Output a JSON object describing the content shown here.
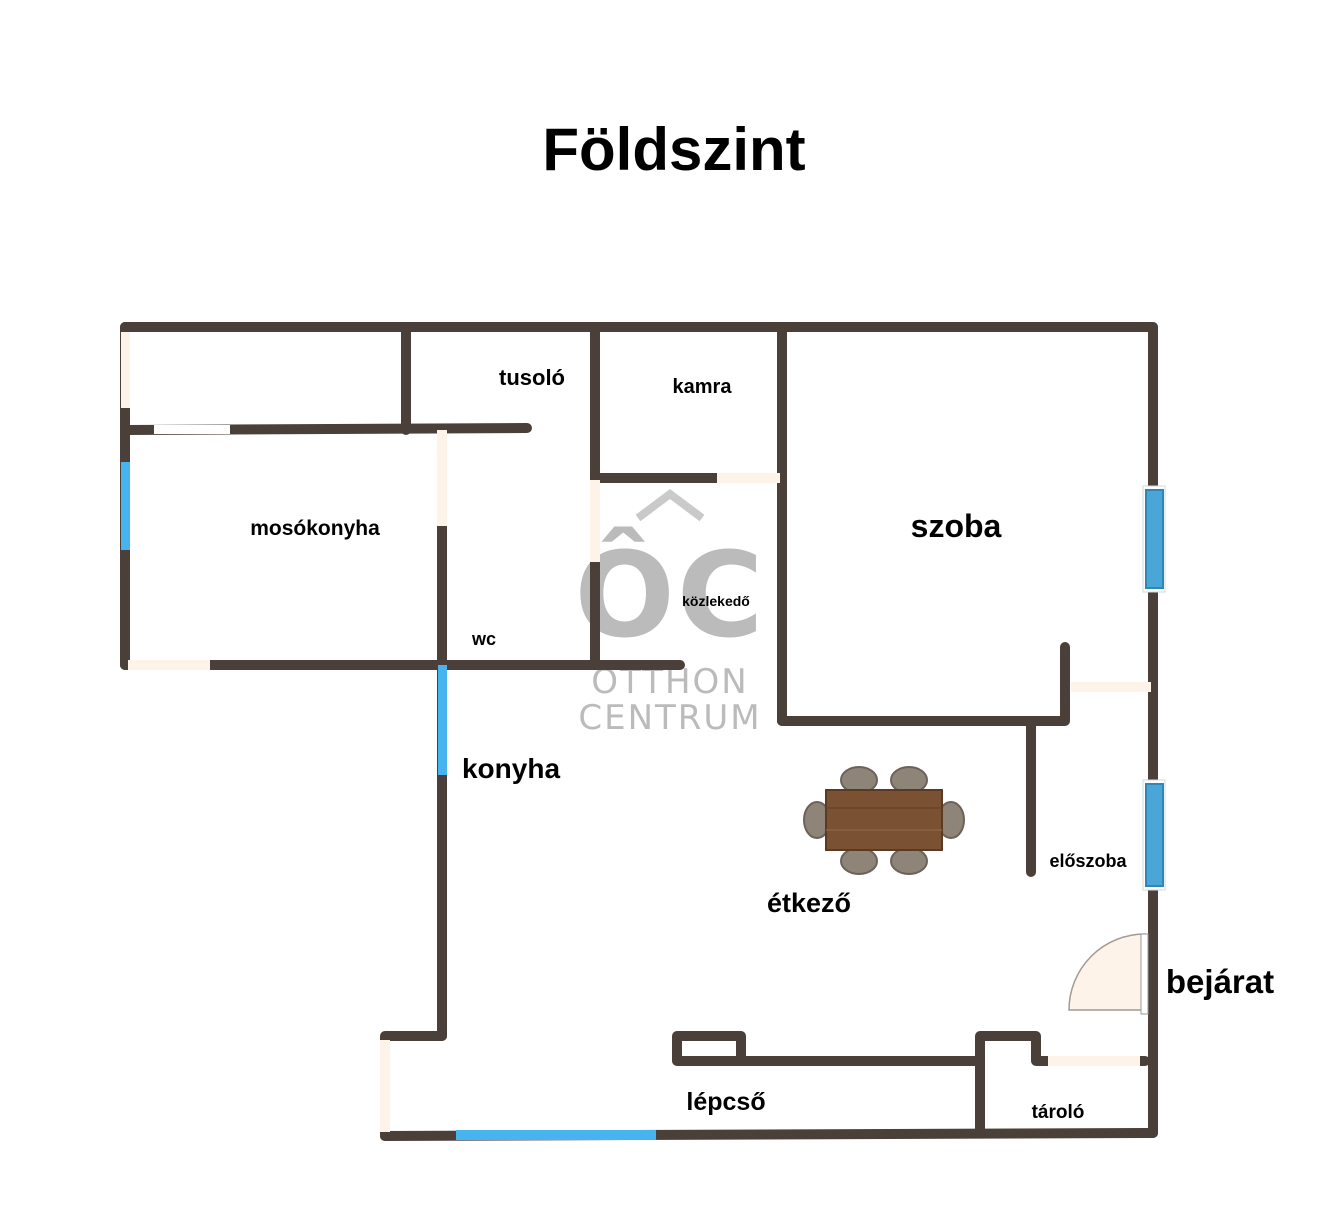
{
  "title": "Földszint",
  "rooms": {
    "tusolo": "tusoló",
    "kamra": "kamra",
    "mosokonyha": "mosókonyha",
    "szoba": "szoba",
    "kozlekedo": "közlekedő",
    "wc": "wc",
    "konyha": "konyha",
    "etkezo": "étkező",
    "eloszoba": "előszoba",
    "bejarat": "bejárat",
    "lepcso": "lépcső",
    "tarolo": "tároló"
  },
  "watermark": {
    "logo": "ÔC",
    "line1": "OTTHON",
    "line2": "CENTRUM"
  },
  "colors": {
    "wall": "#4a3f39",
    "window": "#47b3ef",
    "door_opening": "#fdf3e8",
    "table": "#7a5132",
    "chair": "#8f8478",
    "watermark": "#b4b4b4"
  }
}
